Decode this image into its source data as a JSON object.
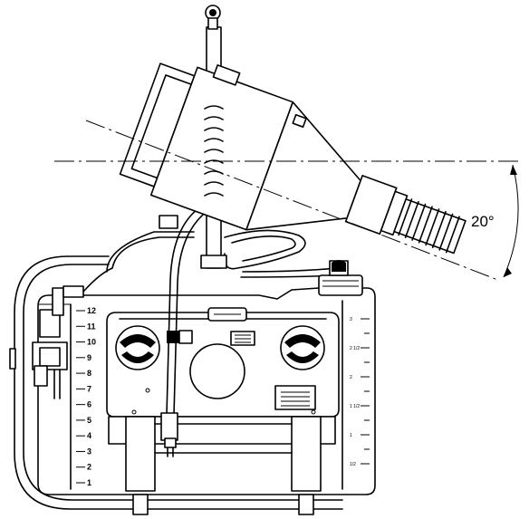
{
  "angle_label": "20°",
  "left_scale": [
    "12",
    "11",
    "10",
    "9",
    "8",
    "7",
    "6",
    "5",
    "4",
    "3",
    "2",
    "1"
  ],
  "right_scale": [
    "3",
    "2 1/2",
    "2",
    "1 1/2",
    "1",
    "1/2"
  ]
}
